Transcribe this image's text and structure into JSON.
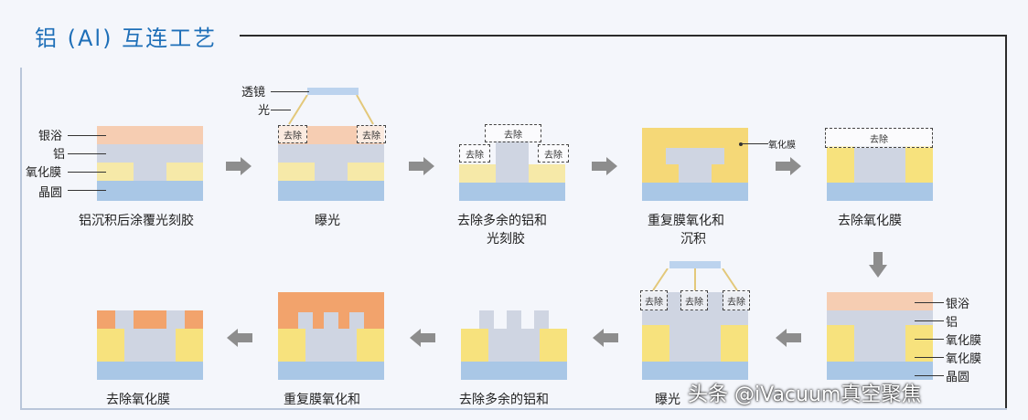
{
  "header": {
    "title": "铝 (Al) 互连工艺"
  },
  "labels_left": [
    "银浴",
    "铝",
    "氧化膜",
    "晶圆"
  ],
  "step1": {
    "caption": "铝沉积后涂覆光刻胶"
  },
  "step2": {
    "caption": "曝光",
    "lens_label": "透镜",
    "light_label": "光",
    "remove_left": "去除",
    "remove_right": "去除"
  },
  "step3": {
    "caption_line1": "去除多余的铝和",
    "caption_line2": "光刻胶",
    "remove_top": "去除",
    "remove_left": "去除",
    "remove_right": "去除"
  },
  "step4": {
    "caption_line1": "重复膜氧化和",
    "caption_line2": "沉积",
    "oxide_label": "氧化膜"
  },
  "step5": {
    "caption": "去除氧化膜",
    "remove_label": "去除"
  },
  "step6": {
    "labels_right": [
      "银浴",
      "铝",
      "氧化膜",
      "氧化膜",
      "晶圆"
    ]
  },
  "step7": {
    "caption": "曝光",
    "remove_left": "去除",
    "remove_mid": "去除",
    "remove_right": "去除"
  },
  "step8": {
    "caption": "去除多余的铝和"
  },
  "step9": {
    "caption": "重复膜氧化和"
  },
  "step10": {
    "caption": "去除氧化膜"
  },
  "watermark": "头条 @iVacuum真空聚焦",
  "colors": {
    "title": "#1e6fb8",
    "substrate": "#a9c7e6",
    "oxide": "#f6e9a8",
    "aluminum": "#cfd5e2",
    "photoresist": "#f6cdb2",
    "arrow": "#8d8d8d"
  }
}
